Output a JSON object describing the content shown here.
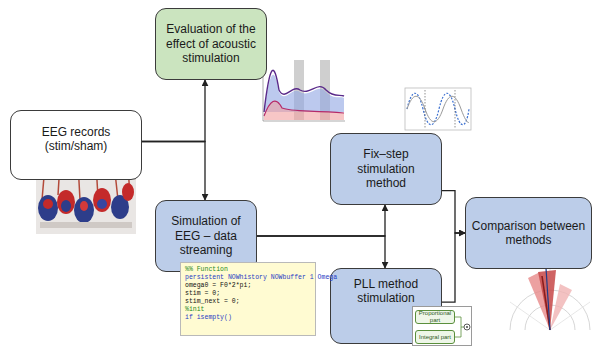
{
  "diagram": {
    "nodes": [
      {
        "text": [
          "Evaluation of the effect of acoustic stimulation"
        ]
      },
      {
        "text": [
          "EEG records (stim/sham)"
        ]
      },
      {
        "text": [
          "Simulation of EEG – data streaming"
        ]
      },
      {
        "text": [
          "Fix–step stimulation method"
        ]
      },
      {
        "text": [
          "PLL method stimulation"
        ]
      },
      {
        "text": [
          "Comparison between methods"
        ]
      }
    ],
    "edges": [
      {
        "from": 1,
        "to": 0,
        "arrow": "to"
      },
      {
        "from": 1,
        "to": 2,
        "arrow": "to"
      },
      {
        "from": 2,
        "to": 3,
        "arrow": "to"
      },
      {
        "from": 2,
        "to": 4,
        "arrow": "to"
      },
      {
        "from": 3,
        "to": 5,
        "arrow": "to"
      },
      {
        "from": 4,
        "to": 5,
        "arrow": "to"
      }
    ],
    "labels": [
      "%% Function",
      "persistent NOWhistory NOWbuffer 1 Omega",
      "omega0 = F0*2*pi;",
      "stim = 0;",
      "stim_next = 0;",
      "%init",
      "if isempty()",
      "Proportional part",
      "Integral part"
    ]
  }
}
